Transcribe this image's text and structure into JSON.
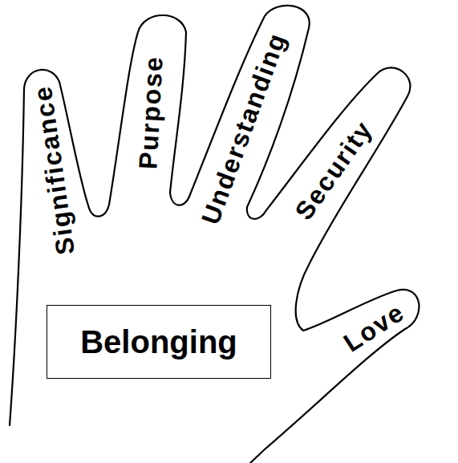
{
  "diagram": {
    "nodes": [
      {
        "text": [
          "Belonging"
        ]
      }
    ],
    "labels": [
      "Significance",
      "Purpose",
      "Understanding",
      "Security",
      "Love"
    ]
  }
}
